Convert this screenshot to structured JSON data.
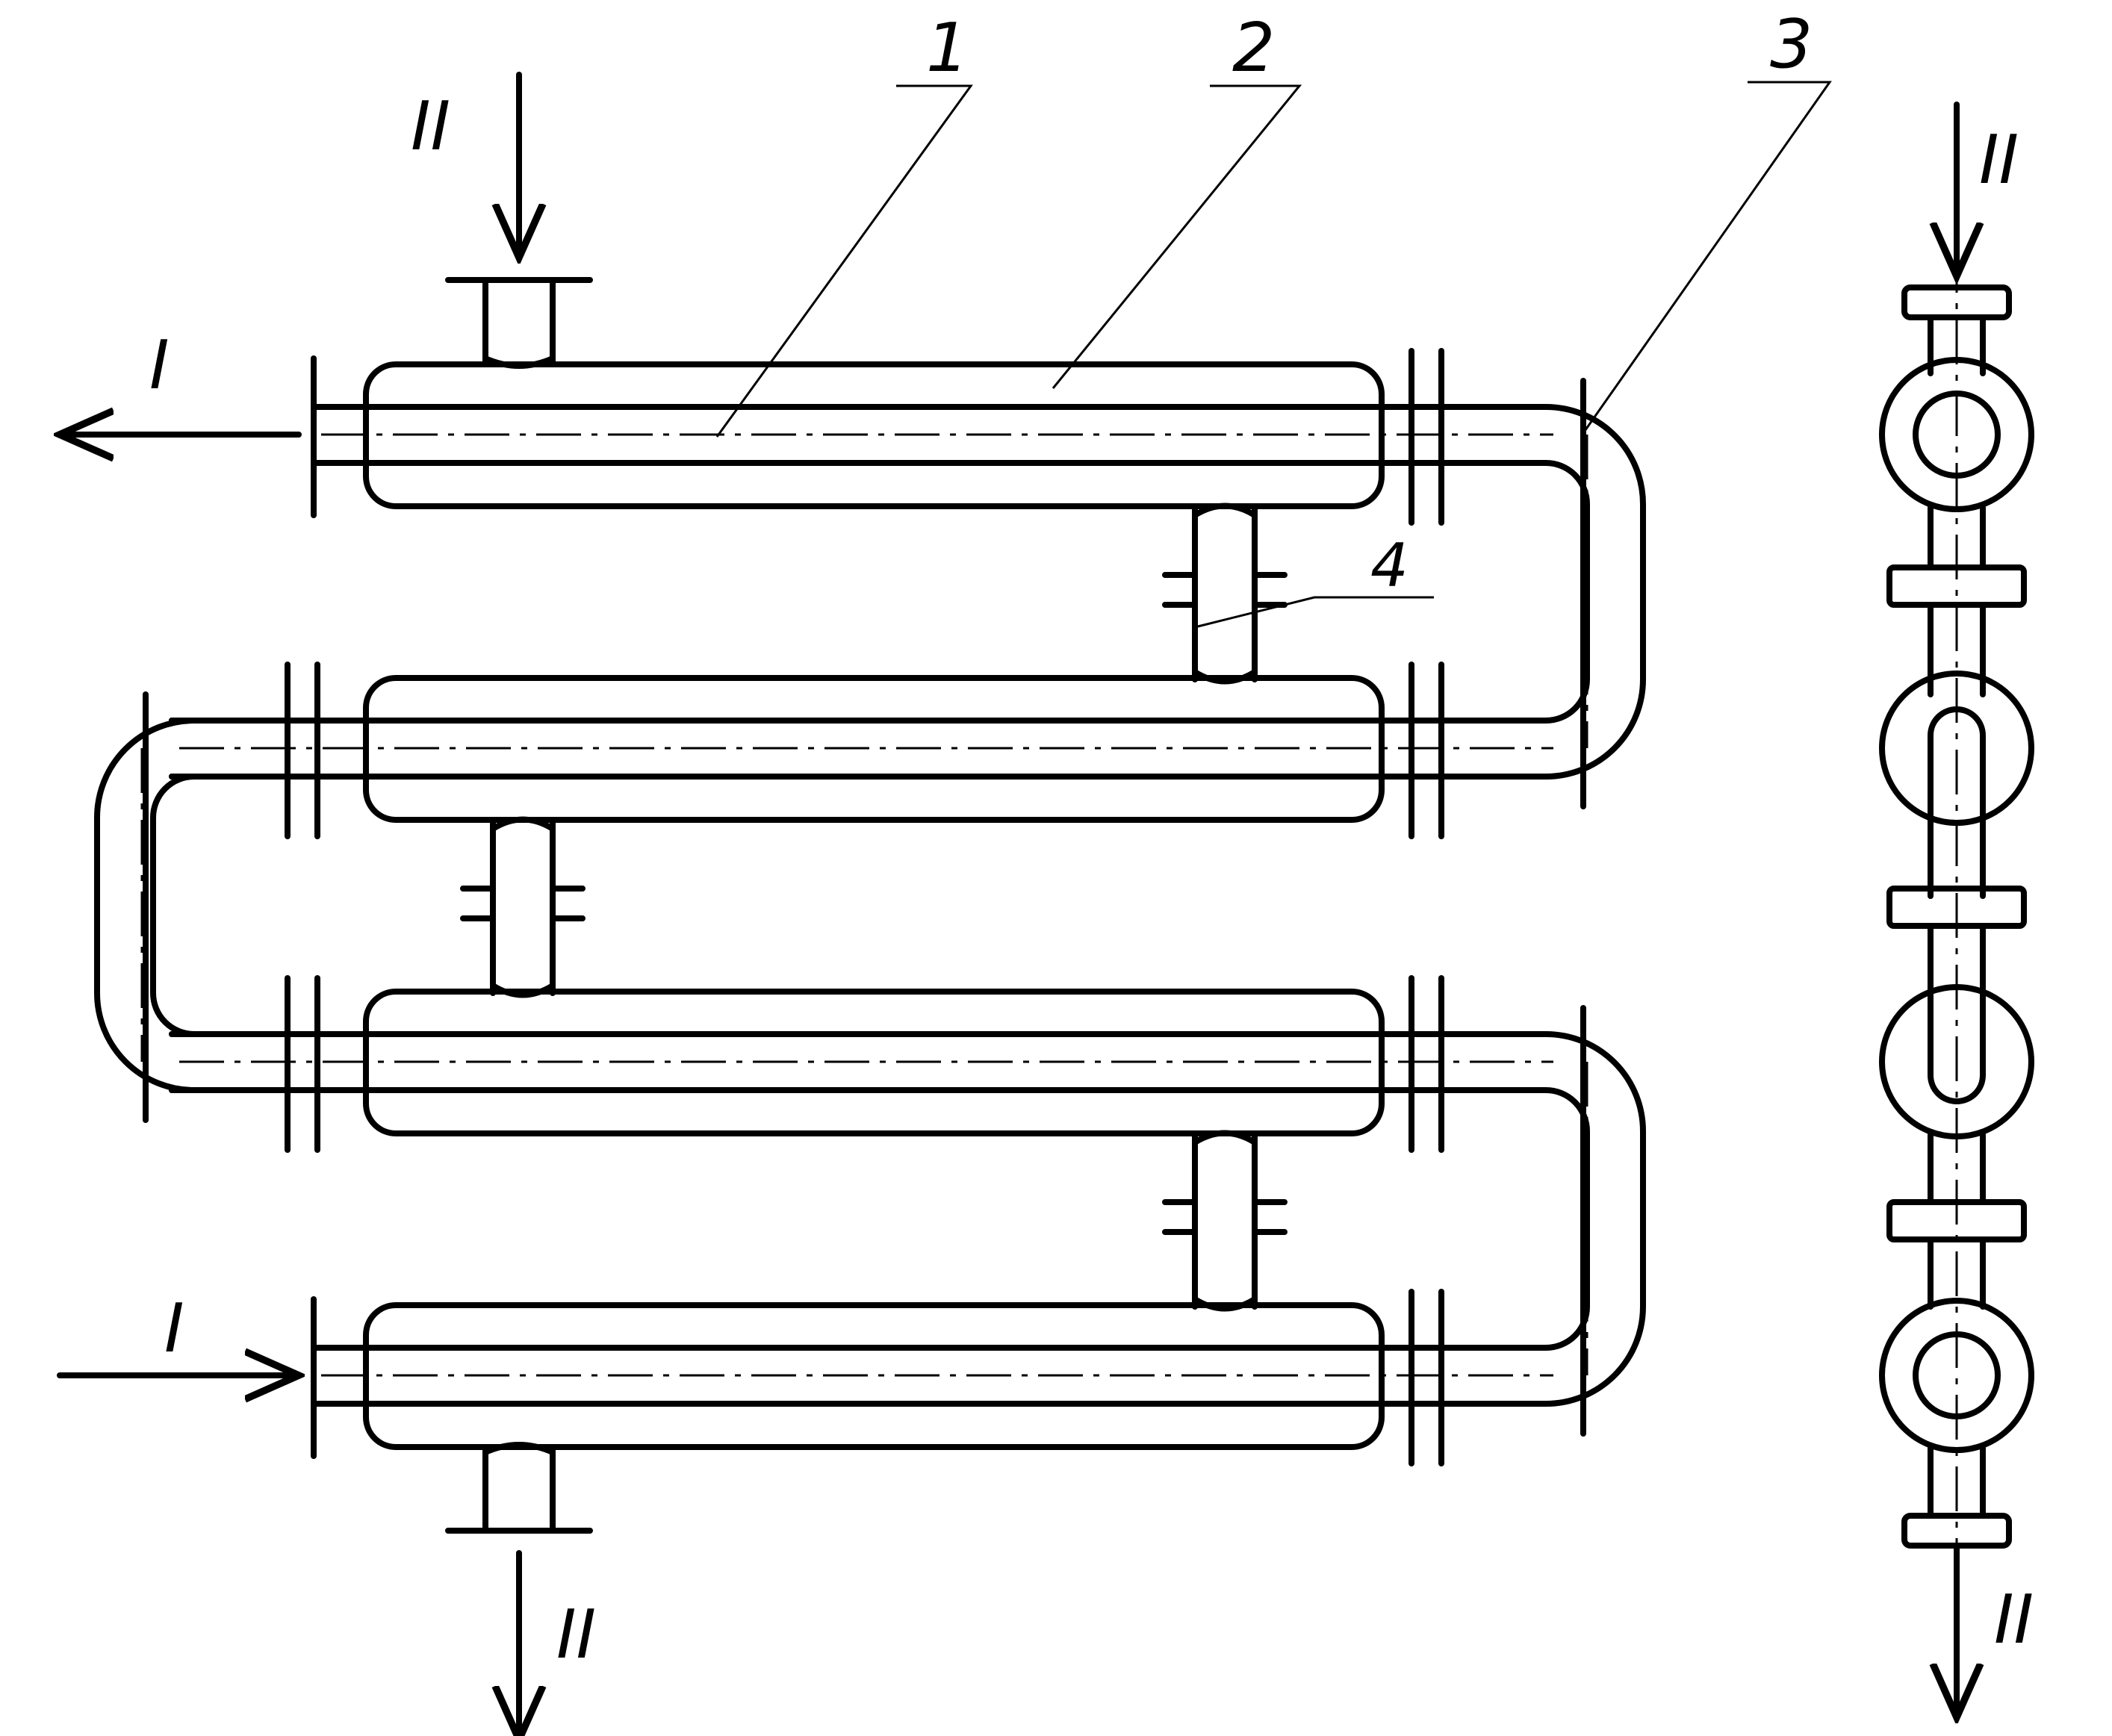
{
  "labels": {
    "part_1": "1",
    "part_2": "2",
    "part_3": "3",
    "part_4": "4",
    "stream_I_outlet": "I",
    "stream_I_inlet": "I",
    "stream_II_inlet": "II",
    "stream_II_outlet": "II",
    "side_II_inlet": "II",
    "side_II_outlet": "II"
  },
  "colors": {
    "line": "#000000",
    "background": "#ffffff"
  }
}
